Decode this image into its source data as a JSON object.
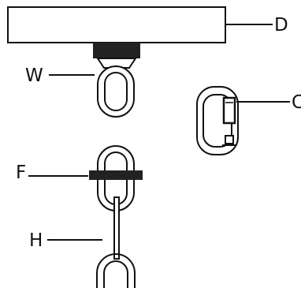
{
  "diagram": {
    "labels": {
      "ceiling_mount": "D",
      "swivel_hook": "W",
      "carabiner": "C",
      "ring_clamp": "F",
      "chain": "H"
    },
    "colors": {
      "line": "#111111",
      "fill_dark": "#222222",
      "background": "#ffffff"
    }
  }
}
